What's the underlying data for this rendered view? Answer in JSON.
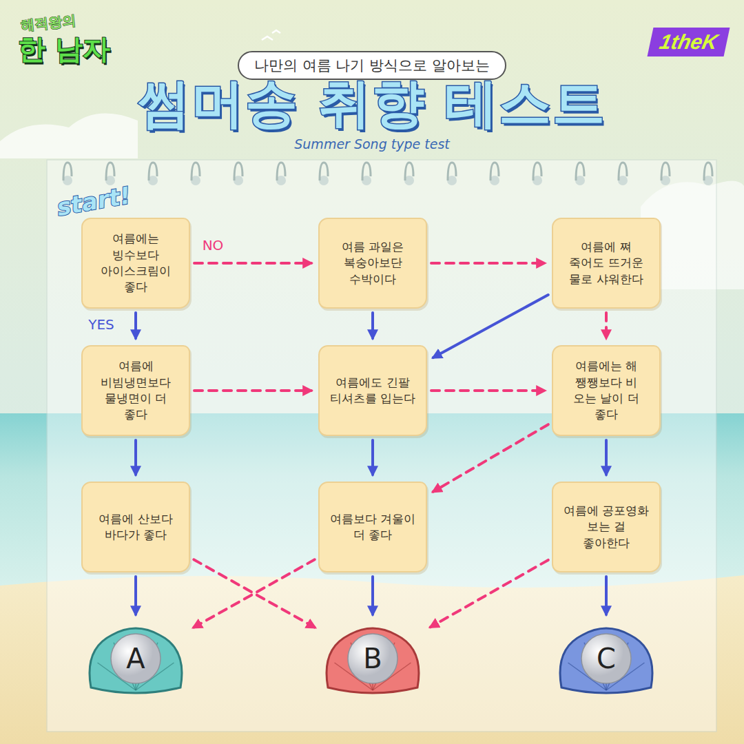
{
  "diagram": {
    "title": "썸머송 취향 테스트",
    "nodes": [
      {
        "text": [
          "여름에는 빙수보다 아이스크림이 좋다"
        ]
      },
      {
        "text": [
          "여름 과일은 복숭아보단 수박이다"
        ]
      },
      {
        "text": [
          "여름에 쪄 죽어도 뜨거운 물로 샤워한다"
        ]
      },
      {
        "text": [
          "여름에 비빔냉면보다 물냉면이 더 좋다"
        ]
      },
      {
        "text": [
          "여름에도 긴팔 티셔츠를 입는다"
        ]
      },
      {
        "text": [
          "여름에는 해 쨍쨍보다 비 오는 날이 더 좋다"
        ]
      },
      {
        "text": [
          "여름에 산보다 바다가 좋다"
        ]
      },
      {
        "text": [
          "여름보다 겨울이 더 좋다"
        ]
      },
      {
        "text": [
          "여름에 공포영화 보는 걸 좋아한다"
        ]
      },
      {
        "text": [
          "A"
        ]
      },
      {
        "text": [
          "B"
        ]
      },
      {
        "text": [
          "C"
        ]
      }
    ],
    "edges": [
      {
        "from": 0,
        "to": 1,
        "arrow": "to",
        "label": "NO"
      },
      {
        "from": 0,
        "to": 3,
        "arrow": "to",
        "label": "YES"
      },
      {
        "from": 1,
        "to": 2,
        "arrow": "to"
      },
      {
        "from": 1,
        "to": 4,
        "arrow": "to"
      },
      {
        "from": 2,
        "to": 4,
        "arrow": "to"
      },
      {
        "from": 2,
        "to": 5,
        "arrow": "to"
      },
      {
        "from": 3,
        "to": 4,
        "arrow": "to"
      },
      {
        "from": 3,
        "to": 6,
        "arrow": "to"
      },
      {
        "from": 4,
        "to": 5,
        "arrow": "to"
      },
      {
        "from": 4,
        "to": 7,
        "arrow": "to"
      },
      {
        "from": 5,
        "to": 7,
        "arrow": "to"
      },
      {
        "from": 5,
        "to": 8,
        "arrow": "to"
      },
      {
        "from": 6,
        "to": 9,
        "arrow": "to"
      },
      {
        "from": 6,
        "to": 10,
        "arrow": "to"
      },
      {
        "from": 7,
        "to": 9,
        "arrow": "to"
      },
      {
        "from": 7,
        "to": 10,
        "arrow": "to"
      },
      {
        "from": 8,
        "to": 10,
        "arrow": "to"
      },
      {
        "from": 8,
        "to": 11,
        "arrow": "to"
      }
    ],
    "labels": [
      "해적왕의",
      "한 남자",
      "1theK",
      "나만의 여름 나기 방식으로 알아보는",
      "Summer Song type test",
      "start!"
    ]
  }
}
